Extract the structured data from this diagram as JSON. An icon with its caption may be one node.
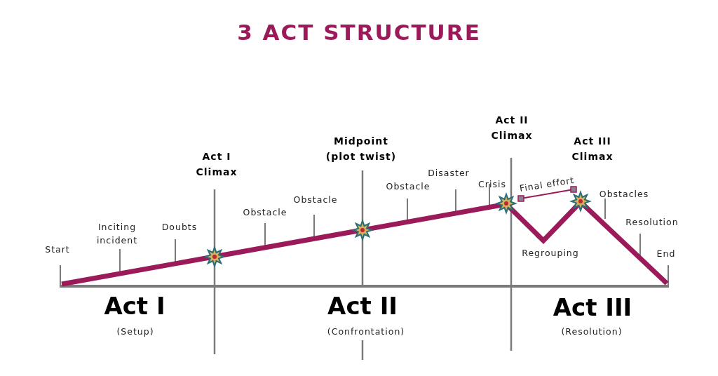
{
  "diagram": {
    "title": "3 ACT STRUCTURE",
    "labels": [
      "Act II Climax",
      "Midpoint (plot twist)",
      "Act III Climax",
      "Act I Climax",
      "Disaster",
      "Crisis",
      "Final effort",
      "Obstacle",
      "Obstacles",
      "Obstacle",
      "Obstacle",
      "Resolution",
      "Inciting incident",
      "Doubts",
      "Start",
      "Regrouping",
      "End",
      "Act I",
      "Act II",
      "Act III",
      "(Setup)",
      "(Confrontation)",
      "(Resolution)"
    ]
  }
}
